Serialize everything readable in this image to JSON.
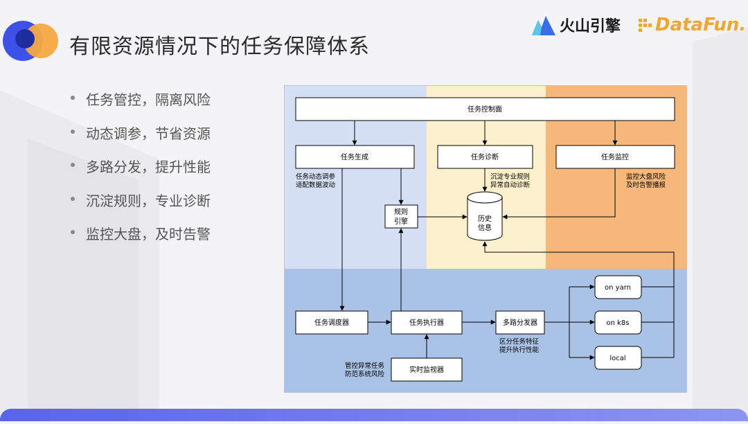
{
  "header": {
    "title": "有限资源情况下的任务保障体系",
    "brand_volc": "火山引擎",
    "brand_datafun": "DataFun."
  },
  "bullets": [
    "任务管控，隔离风险",
    "动态调参，节省资源",
    "多路分发，提升性能",
    "沉淀规则，专业诊断",
    "监控大盘，及时告警"
  ],
  "diagram": {
    "nodes": {
      "control_plane": "任务控制面",
      "gen": "任务生成",
      "diag": "任务诊断",
      "monitor": "任务监控",
      "rule_engine_1": "规则",
      "rule_engine_2": "引擎",
      "history_1": "历史",
      "history_2": "信息",
      "scheduler": "任务调度器",
      "executor": "任务执行器",
      "dispatcher": "多路分发器",
      "realtime_monitor": "实时监视器",
      "on_yarn": "on yarn",
      "on_k8s": "on k8s",
      "local": "local"
    },
    "notes": {
      "gen_1": "任务动态调参",
      "gen_2": "适配数据波动",
      "diag_1": "沉淀专业规则",
      "diag_2": "异常自动诊断",
      "mon_1": "监控大盘风险",
      "mon_2": "及时告警播报",
      "disp_1": "区分任务特征",
      "disp_2": "提升执行性能",
      "rt_1": "管控异常任务",
      "rt_2": "防范系统风险"
    },
    "colors": {
      "zone_blue": "#d6e0f4",
      "zone_yellow": "#fdf0cc",
      "zone_orange": "#f6b87a",
      "zone_bottom": "#a9c2e6"
    }
  }
}
